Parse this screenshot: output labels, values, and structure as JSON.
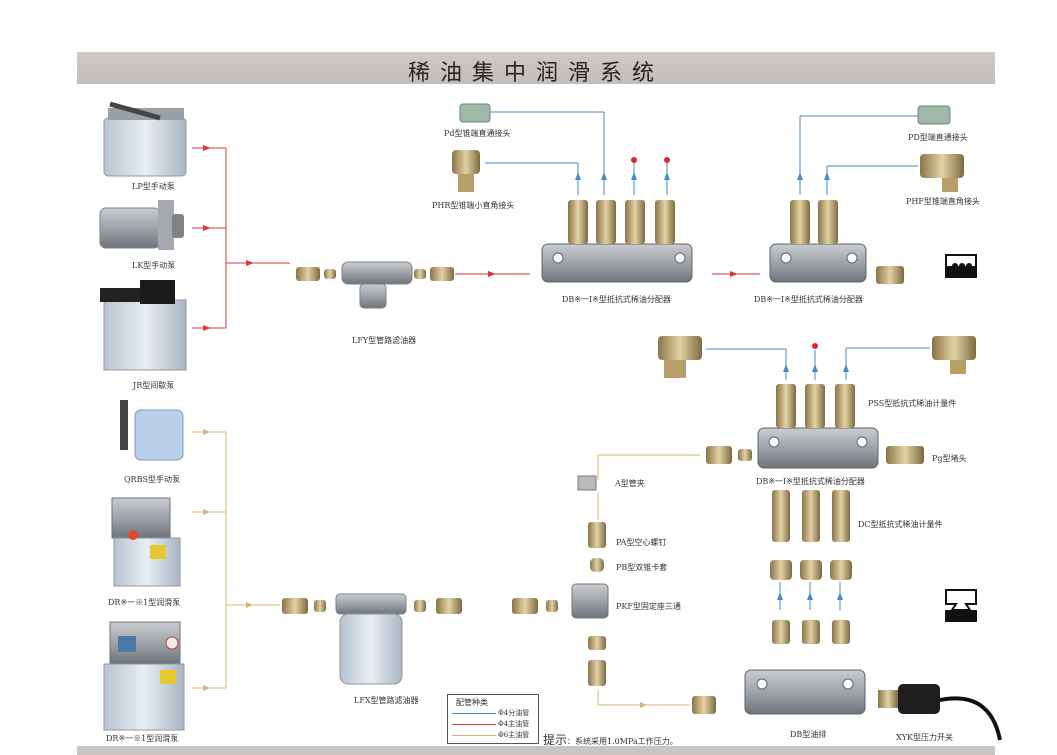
{
  "title": "稀油集中润滑系统",
  "pumps": [
    {
      "id": "lp",
      "label": "LP型手动泵"
    },
    {
      "id": "lk",
      "label": "LK型手动泵"
    },
    {
      "id": "jr",
      "label": "JR型间歇泵"
    },
    {
      "id": "qrbs",
      "label": "QRBS型手动泵"
    },
    {
      "id": "dr1",
      "label": "DR※一※1型润滑泵"
    },
    {
      "id": "dr2",
      "label": "DR※一※1型润滑泵"
    }
  ],
  "components": {
    "lfy": "LFY型管路滤油器",
    "lfx": "LFX型管路滤油器",
    "pd_top": "Pd型锥端直通接头",
    "phr": "PHR型锥端小直角接头",
    "distributor_1": "DB※一I※型抵抗式稀油分配器",
    "distributor_2": "DB※一I※型抵抗式稀油分配器",
    "pd_right": "PD型端直通接头",
    "phf": "PHF型锥端直角接头",
    "pss": "PSS型抵抗式稀油计量件",
    "pg": "Pg型堵头",
    "distributor_3": "DB※一I※型抵抗式稀油分配器",
    "a_clamp": "A型管夹",
    "pa_screw": "PA型空心螺钉",
    "pb_sleeve": "PB型双锥卡套",
    "pkf_tee": "PKF型固定座三通",
    "dc_meter": "DC型抵抗式稀油计量件",
    "db_manifold": "DB型油排",
    "xyk_switch": "XYK型压力开关"
  },
  "legend": {
    "title": "配管种类",
    "items": [
      {
        "label": "Φ4分油管",
        "color": "#4a8ac4"
      },
      {
        "label": "Φ4主油管",
        "color": "#d93a3a"
      },
      {
        "label": "Φ6主油管",
        "color": "#d8b47a"
      }
    ]
  },
  "hint": {
    "prefix": "提示",
    "text": "：系统采用1.0MPa工作压力。"
  },
  "colors": {
    "branch_line": "#4a8ac4",
    "main_line_4": "#d93a3a",
    "main_line_6": "#d8b47a",
    "title_bar": "#c8c1bd",
    "brass": "#b8a070",
    "steel": "#a9adb2"
  }
}
